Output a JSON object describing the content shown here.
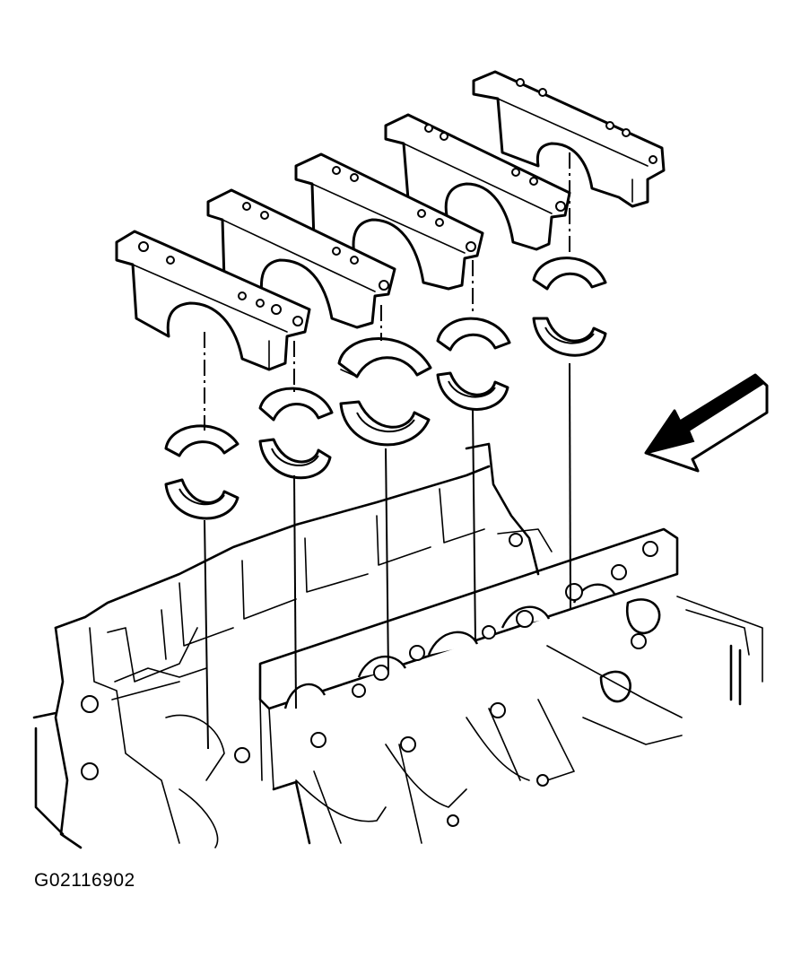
{
  "figure": {
    "id_label": "G02116902"
  },
  "parts": {
    "bearing_cap_count": 5,
    "bearing_shell_pairs": 5
  },
  "colors": {
    "ink": "#000000",
    "paper": "#ffffff"
  },
  "icons": {
    "direction_arrow": "arrow-down-left-icon"
  }
}
